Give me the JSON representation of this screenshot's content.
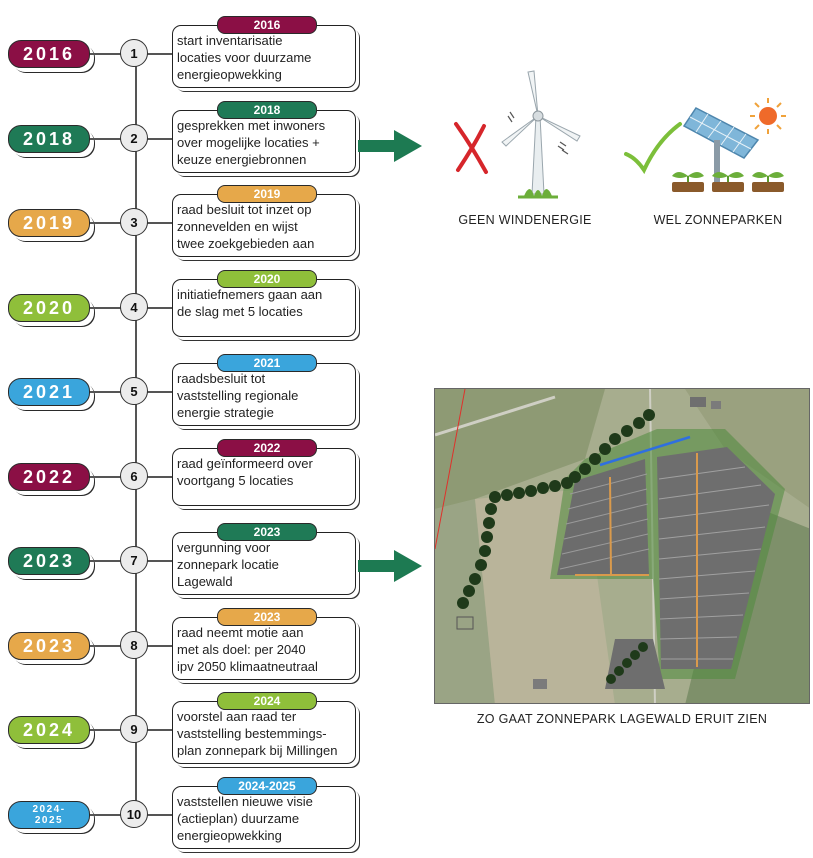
{
  "colors": {
    "maroon": "#8b0f45",
    "green": "#1f7a56",
    "orange": "#e6a84a",
    "lime": "#8fbf3a",
    "blue": "#3aa5dc",
    "arrow": "#1d7a52"
  },
  "timeline": [
    {
      "number": "1",
      "year": "2016",
      "tag": "2016",
      "color": "#8b0f45",
      "text": "start inventarisatie\nlocaties voor duurzame\nenergieopwekking"
    },
    {
      "number": "2",
      "year": "2018",
      "tag": "2018",
      "color": "#1f7a56",
      "text": "gesprekken met inwoners\nover mogelijke locaties +\nkeuze energiebronnen"
    },
    {
      "number": "3",
      "year": "2019",
      "tag": "2019",
      "color": "#e6a84a",
      "text": "raad besluit tot inzet op\nzonnevelden en wijst\ntwee zoekgebieden aan"
    },
    {
      "number": "4",
      "year": "2020",
      "tag": "2020",
      "color": "#8fbf3a",
      "text": " initiatiefnemers gaan aan\nde slag met 5 locaties"
    },
    {
      "number": "5",
      "year": "2021",
      "tag": "2021",
      "color": "#3aa5dc",
      "text": "raadsbesluit tot\nvaststelling regionale\nenergie strategie"
    },
    {
      "number": "6",
      "year": "2022",
      "tag": "2022",
      "color": "#8b0f45",
      "text": " raad geïnformeerd over\nvoortgang 5 locaties"
    },
    {
      "number": "7",
      "year": "2023",
      "tag": "2023",
      "color": "#1f7a56",
      "text": "vergunning voor\nzonnepark locatie\nLagewald"
    },
    {
      "number": "8",
      "year": "2023",
      "tag": "2023",
      "color": "#e6a84a",
      "text": "raad neemt motie aan\nmet als doel: per 2040\nipv 2050 klimaatneutraal"
    },
    {
      "number": "9",
      "year": "2024",
      "tag": "2024",
      "color": "#8fbf3a",
      "text": "voorstel aan raad ter\nvaststelling bestemmings-\nplan zonnepark bij Millingen"
    },
    {
      "number": "10",
      "year_line1": "2024-",
      "year_line2": "2025",
      "tag": "2024-2025",
      "color": "#3aa5dc",
      "text": "vaststellen nieuwe visie\n(actieplan) duurzame\nenergieopwekking"
    }
  ],
  "illustration": {
    "wind_caption": "GEEN WINDENERGIE",
    "solar_caption": "WEL ZONNEPARKEN"
  },
  "map": {
    "caption": "ZO GAAT ZONNEPARK LAGEWALD ERUIT ZIEN"
  }
}
